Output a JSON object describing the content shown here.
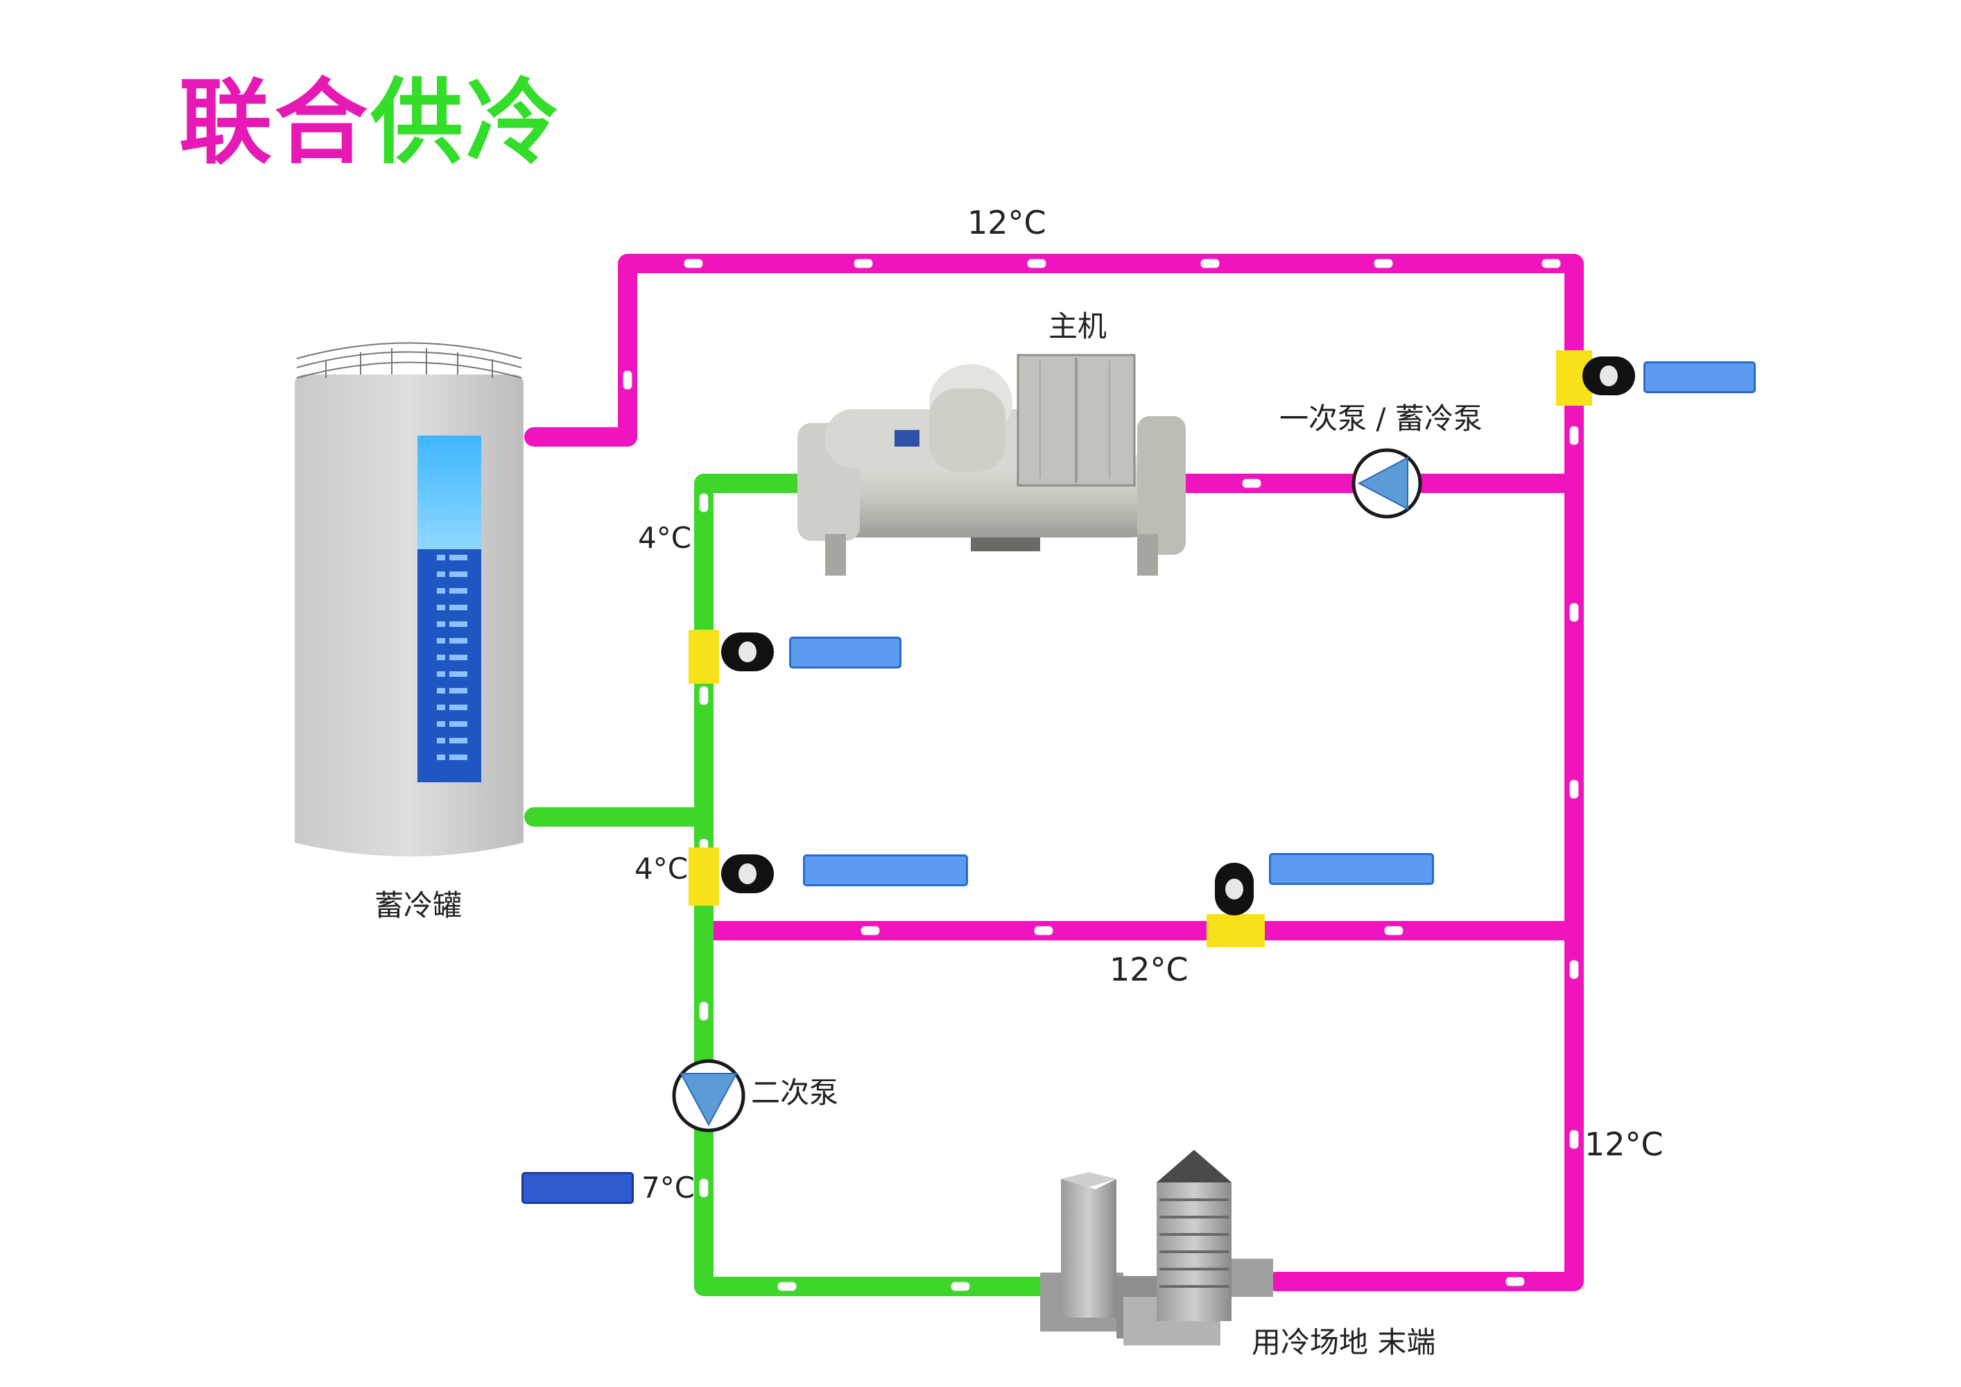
{
  "title": {
    "part1": "联合",
    "part2": "供冷"
  },
  "labels": {
    "temp_top": "12°C",
    "temp_left_upper": "4°C",
    "temp_left_lower": "4°C",
    "temp_mid": "12°C",
    "temp_right": "12°C",
    "temp_supply": "7°C",
    "chiller": "主机",
    "primary_pump": "一次泵 / 蓄冷泵",
    "secondary_pump": "二次泵",
    "tank": "蓄冷罐",
    "terminal": "用冷场地 末端"
  },
  "tank_gauge": {
    "levels": 13
  },
  "colors": {
    "warm_pipe": "#ef14bd",
    "cold_pipe": "#3fd62c",
    "valve": "#f7e21a",
    "tag": "#5b9bf0"
  }
}
